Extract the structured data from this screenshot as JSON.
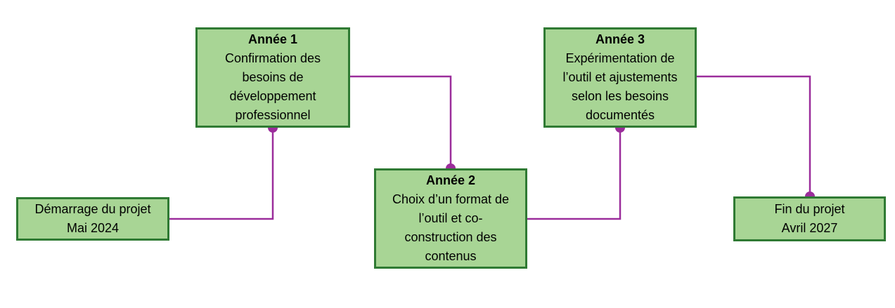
{
  "colors": {
    "box_fill": "#a8d595",
    "box_border": "#2f7a33",
    "connector": "#9b2d9b"
  },
  "start": {
    "lines": [
      "Démarrage du projet",
      "Mai 2024"
    ]
  },
  "year1": {
    "title": "Année 1",
    "lines": [
      "Confirmation des",
      "besoins de",
      "développement",
      "professionnel"
    ]
  },
  "year2": {
    "title": "Année 2",
    "lines": [
      "Choix d’un format de",
      "l’outil et co-",
      "construction des",
      "contenus"
    ]
  },
  "year3": {
    "title": "Année 3",
    "lines": [
      "Expérimentation de",
      "l’outil et ajustements",
      "selon les besoins",
      "documentés"
    ]
  },
  "end": {
    "lines": [
      "Fin du projet",
      "Avril 2027"
    ]
  }
}
